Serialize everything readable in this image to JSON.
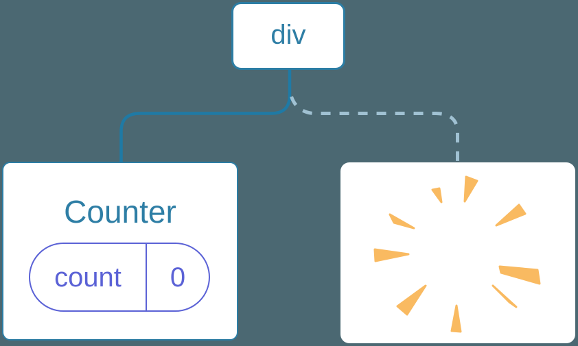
{
  "nodes": {
    "root": {
      "label": "div"
    },
    "counter": {
      "title": "Counter",
      "state": {
        "name": "count",
        "value": "0"
      }
    },
    "removed": {
      "icon": "poof-starburst-icon"
    }
  },
  "connections": [
    {
      "from": "div",
      "to": "Counter",
      "style": "solid"
    },
    {
      "from": "div",
      "to": "removed-poof",
      "style": "dashed"
    }
  ],
  "colors": {
    "background": "#4B6872",
    "node-border-blue": "#2C7DA4",
    "text-blue": "#2E7EA5",
    "line-solid": "#1F7AA5",
    "line-dashed": "#A0C1D2",
    "state-purple": "#5B62D6",
    "poof-orange": "#F9BA61",
    "node-bg": "#FFFFFF"
  }
}
